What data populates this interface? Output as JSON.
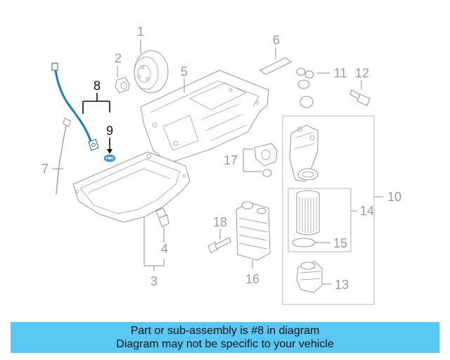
{
  "callouts": {
    "c1": "1",
    "c2": "2",
    "c3": "3",
    "c4": "4",
    "c5": "5",
    "c6": "6",
    "c7": "7",
    "c8": "8",
    "c9": "9",
    "c10": "10",
    "c11": "11",
    "c12": "12",
    "c13": "13",
    "c14": "14",
    "c15": "15",
    "c16": "16",
    "c17": "17",
    "c18": "18"
  },
  "highlight_color": "#2f8fd6",
  "banner": {
    "line1": "Part or sub-assembly is #8 in diagram",
    "line2": "Diagram may not be specific to your vehicle",
    "background": "#5ac8f5"
  }
}
